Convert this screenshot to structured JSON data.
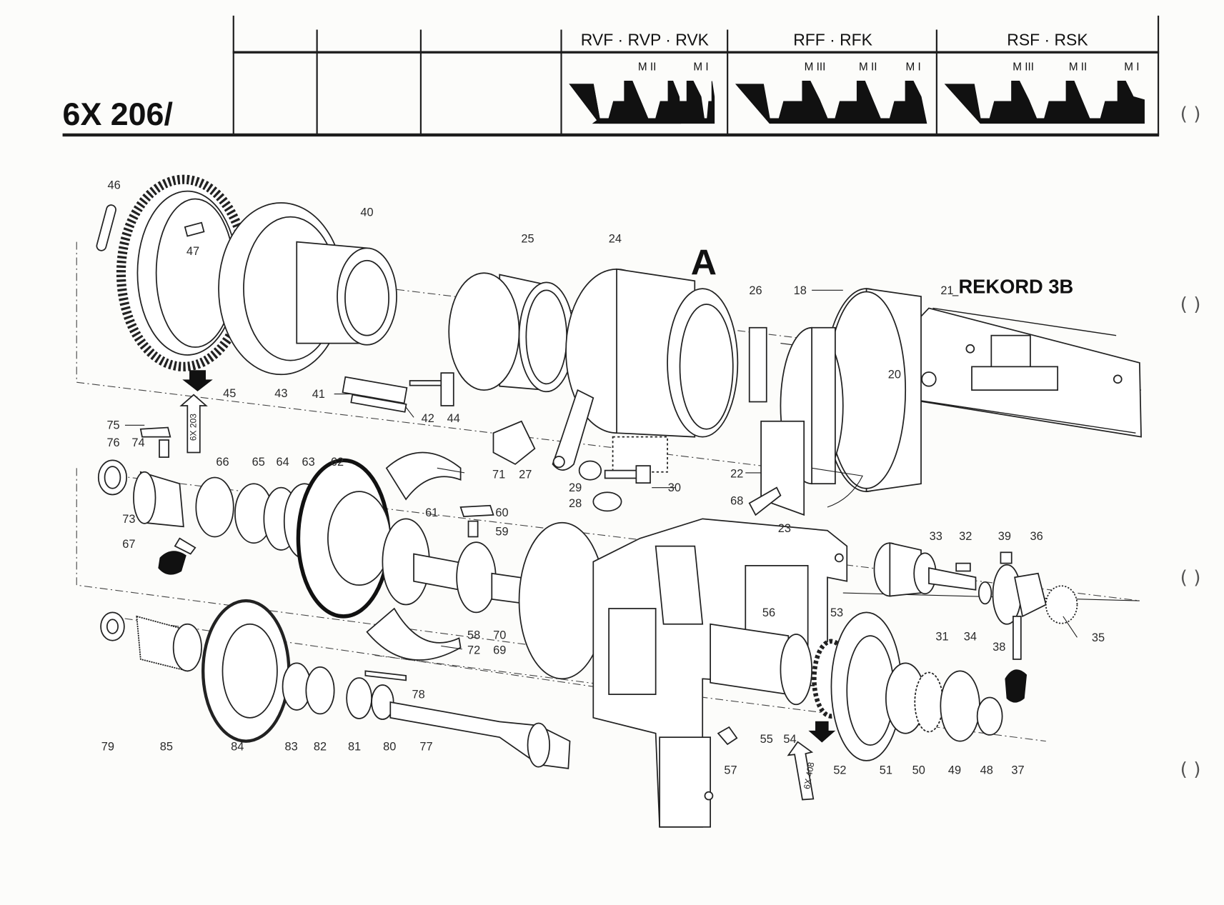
{
  "header": {
    "title": "6X 206/",
    "columns": [
      {
        "label": "RVF · RVP · RVK",
        "tooth_labels": [
          "M II",
          "M I"
        ]
      },
      {
        "label": "RFF · RFK",
        "tooth_labels": [
          "M III",
          "M II",
          "M I"
        ]
      },
      {
        "label": "RSF · RSK",
        "tooth_labels": [
          "M III",
          "M II",
          "M I"
        ]
      }
    ]
  },
  "diagram": {
    "view_label": "A",
    "product_number": "21",
    "product_name": "REKORD 3B",
    "ref_arrows": [
      "6X 203",
      "6X 408"
    ],
    "callouts": {
      "c18": "18",
      "c20": "20",
      "c22": "22",
      "c23": "23",
      "c24": "24",
      "c25": "25",
      "c26": "26",
      "c27": "27",
      "c28": "28",
      "c29": "29",
      "c30": "30",
      "c31": "31",
      "c32": "32",
      "c33": "33",
      "c34": "34",
      "c35": "35",
      "c36": "36",
      "c37": "37",
      "c38": "38",
      "c39": "39",
      "c40": "40",
      "c41": "41",
      "c42": "42",
      "c43": "43",
      "c44": "44",
      "c45": "45",
      "c46": "46",
      "c47": "47",
      "c48": "48",
      "c49": "49",
      "c50": "50",
      "c51": "51",
      "c52": "52",
      "c53": "53",
      "c54": "54",
      "c55": "55",
      "c56": "56",
      "c57": "57",
      "c58": "58",
      "c59": "59",
      "c60": "60",
      "c61": "61",
      "c62": "62",
      "c63": "63",
      "c64": "64",
      "c65": "65",
      "c66": "66",
      "c67": "67",
      "c68": "68",
      "c69": "69",
      "c70": "70",
      "c71": "71",
      "c72": "72",
      "c73": "73",
      "c74": "74",
      "c75": "75",
      "c76": "76",
      "c77": "77",
      "c78": "78",
      "c79": "79",
      "c80": "80",
      "c81": "81",
      "c82": "82",
      "c83": "83",
      "c84": "84",
      "c85": "85"
    }
  },
  "margin_marks": [
    "( )",
    "( )",
    "( )",
    "( )"
  ]
}
